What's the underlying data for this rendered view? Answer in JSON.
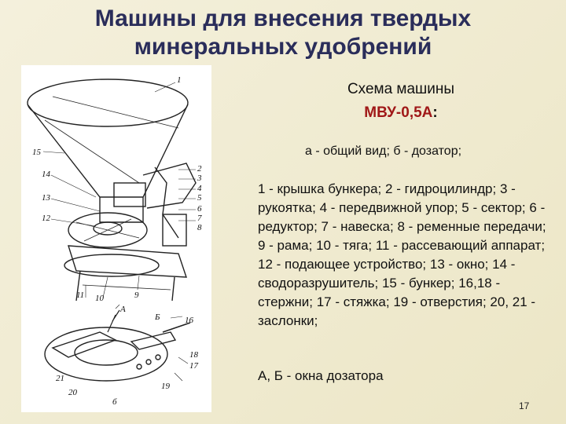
{
  "slide": {
    "title_line1": "Машины для внесения твердых",
    "title_line2": "минеральных удобрений",
    "page_number": "17"
  },
  "caption": {
    "title": "Схема машины",
    "model": "МВУ-0,5А",
    "colon": ":",
    "views": "а - общий вид; б - дозатор;",
    "legend": [
      "1 - крышка бункера;",
      "2 - гидроцилиндр;",
      "3 - рукоятка;",
      "4 - передвижной упор;",
      "5 - сектор;",
      "6 - редуктор;",
      "7 - навеска;",
      "8 - ременные передачи;",
      "9 - рама;",
      "10 - тяга;",
      "11 - рассевающий аппарат;",
      "12 - подающее устройство;",
      "13 - окно;",
      "14 - сводоразрушитель;",
      "15 - бункер;",
      "16,18 - стержни;",
      "17 - стяжка;",
      "19 - отверстия;",
      "20, 21 - заслонки;"
    ],
    "windows": "А, Б - окна дозатора"
  },
  "figure": {
    "labels": [
      "1",
      "15",
      "14",
      "13",
      "12",
      "11",
      "10",
      "9",
      "8",
      "7",
      "6",
      "5",
      "4",
      "3",
      "2",
      "А",
      "Б",
      "16",
      "17",
      "18",
      "19",
      "20",
      "21",
      "б"
    ]
  }
}
